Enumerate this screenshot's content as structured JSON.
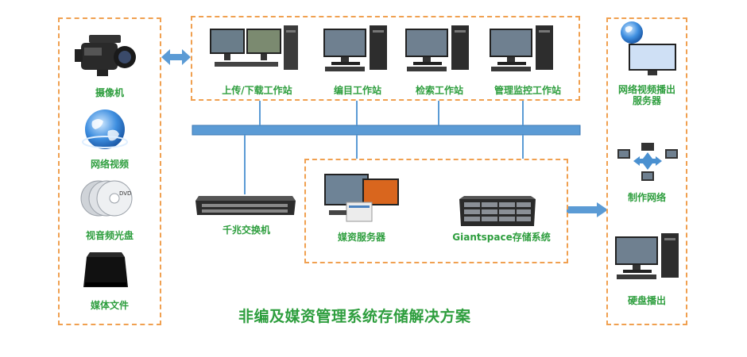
{
  "title": "非编及媒资管理系统存储解决方案",
  "left_sources": [
    {
      "label": "摄像机",
      "icon": "camcorder-icon"
    },
    {
      "label": "网络视频",
      "icon": "globe-icon"
    },
    {
      "label": "视音频光盘",
      "icon": "dvd-icon"
    },
    {
      "label": "媒体文件",
      "icon": "media-box-icon"
    }
  ],
  "workstations": [
    {
      "label": "上传/下载工作站",
      "icon": "dual-monitor-workstation-icon"
    },
    {
      "label": "编目工作站",
      "icon": "workstation-icon"
    },
    {
      "label": "检索工作站",
      "icon": "workstation-icon"
    },
    {
      "label": "管理监控工作站",
      "icon": "workstation-icon"
    }
  ],
  "switch": {
    "label": "千兆交换机",
    "icon": "network-switch-icon"
  },
  "servers": [
    {
      "label": "媒资服务器",
      "icon": "media-server-icon"
    },
    {
      "label": "Giantspace存储系统",
      "icon": "storage-rack-icon"
    }
  ],
  "outputs": [
    {
      "label": "网络视频播出\n服务器",
      "icon": "globe-monitor-icon"
    },
    {
      "label": "制作网络",
      "icon": "network-cluster-icon"
    },
    {
      "label": "硬盘播出",
      "icon": "workstation-icon"
    }
  ],
  "colors": {
    "label": "#2e9e3e",
    "dashed_border": "#f0a050",
    "bus": "#4a90d0"
  }
}
